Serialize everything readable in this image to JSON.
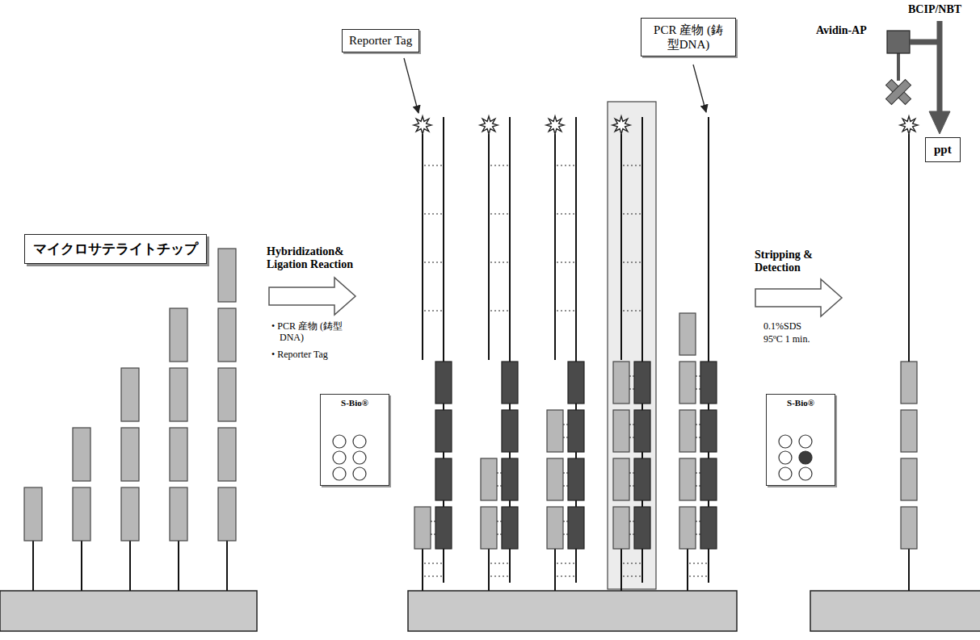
{
  "diagram": {
    "nodes": [
      {
        "text": [
          "マイクロサテライトチップ"
        ]
      },
      {
        "text": [
          "S-Bio®"
        ]
      },
      {
        "text": [
          "Reporter Tag"
        ]
      },
      {
        "text": [
          "PCR 産物 (鋳型DNA)"
        ]
      },
      {
        "text": [
          "S-Bio®"
        ]
      },
      {
        "text": [
          "ppt"
        ]
      }
    ],
    "labels": [
      "Hybridization& Ligation Reaction",
      "• PCR 産物 (鋳型DNA)",
      "• Reporter Tag",
      "Stripping & Detection",
      "0.1%SDS",
      "95ºC 1 min.",
      "Avidin-AP",
      "BCIP/NBT"
    ]
  }
}
